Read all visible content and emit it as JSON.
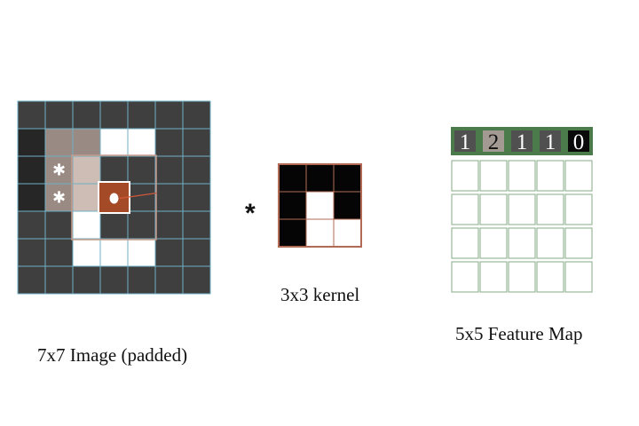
{
  "image": {
    "caption": "7x7 Image (padded)",
    "grid": [
      [
        0,
        0,
        0,
        0,
        0,
        0,
        0
      ],
      [
        0,
        0,
        0,
        1,
        1,
        0,
        0
      ],
      [
        0,
        0,
        1,
        0,
        0,
        0,
        0
      ],
      [
        0,
        0,
        1,
        0,
        0,
        0,
        0
      ],
      [
        0,
        0,
        1,
        0,
        0,
        0,
        0
      ],
      [
        0,
        0,
        1,
        1,
        1,
        0,
        0
      ],
      [
        0,
        0,
        0,
        0,
        0,
        0,
        0
      ]
    ],
    "visited_cells": [
      [
        1,
        0
      ],
      [
        1,
        1
      ],
      [
        1,
        2
      ],
      [
        2,
        0
      ],
      [
        2,
        1
      ],
      [
        2,
        2
      ],
      [
        3,
        0
      ],
      [
        3,
        1
      ],
      [
        3,
        2
      ]
    ],
    "cross_marked_cells": [
      [
        2,
        1
      ],
      [
        3,
        1
      ]
    ],
    "window": [
      2,
      2
    ],
    "current_cell": [
      3,
      3
    ]
  },
  "operator": "*",
  "kernel": {
    "caption": "3x3 kernel",
    "grid": [
      [
        0,
        0,
        0
      ],
      [
        0,
        1,
        0
      ],
      [
        0,
        1,
        1
      ]
    ]
  },
  "feature_map": {
    "caption": "5x5 Feature Map",
    "first_row_values": [
      "1",
      "2",
      "1",
      "1",
      "0"
    ],
    "highlighted_index": 1,
    "size": 5
  },
  "colors": {
    "dark_cell": "#3f3f3f",
    "white_cell": "#ffffff",
    "image_grid_line": "#6fb0c4",
    "visited_overlay": "#9a8a84",
    "window_fill": "#a54a26",
    "kernel_black": "#050505",
    "kernel_border": "#b26a55",
    "feature_border": "#4b7a4b",
    "feature_empty_border": "#9ab79a",
    "feature_value_bg": "#505050",
    "feature_highlight_bg": "#a39a93",
    "feature_zero_bg": "#0a0a0a"
  }
}
